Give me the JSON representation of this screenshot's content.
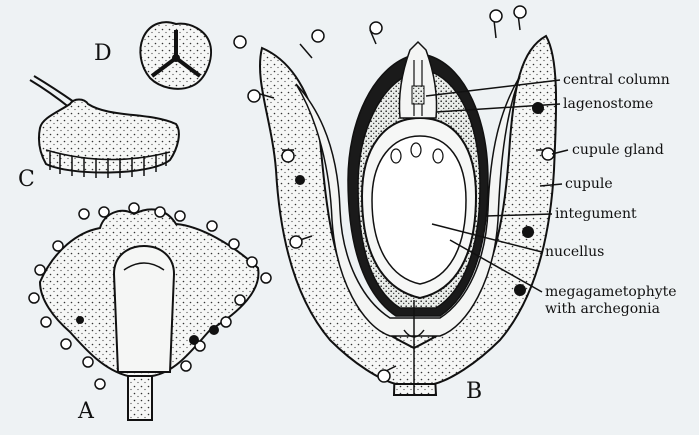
{
  "figure_letters": {
    "a": "A",
    "b": "B",
    "c": "C",
    "d": "D"
  },
  "labels": {
    "central_column": "central column",
    "lagenostome": "lagenostome",
    "cupule_gland": "cupule gland",
    "cupule": "cupule",
    "integument": "integument",
    "nucellus": "nucellus",
    "megagametophyte_line1": "megagametophyte",
    "megagametophyte_line2": "with archegonia"
  }
}
